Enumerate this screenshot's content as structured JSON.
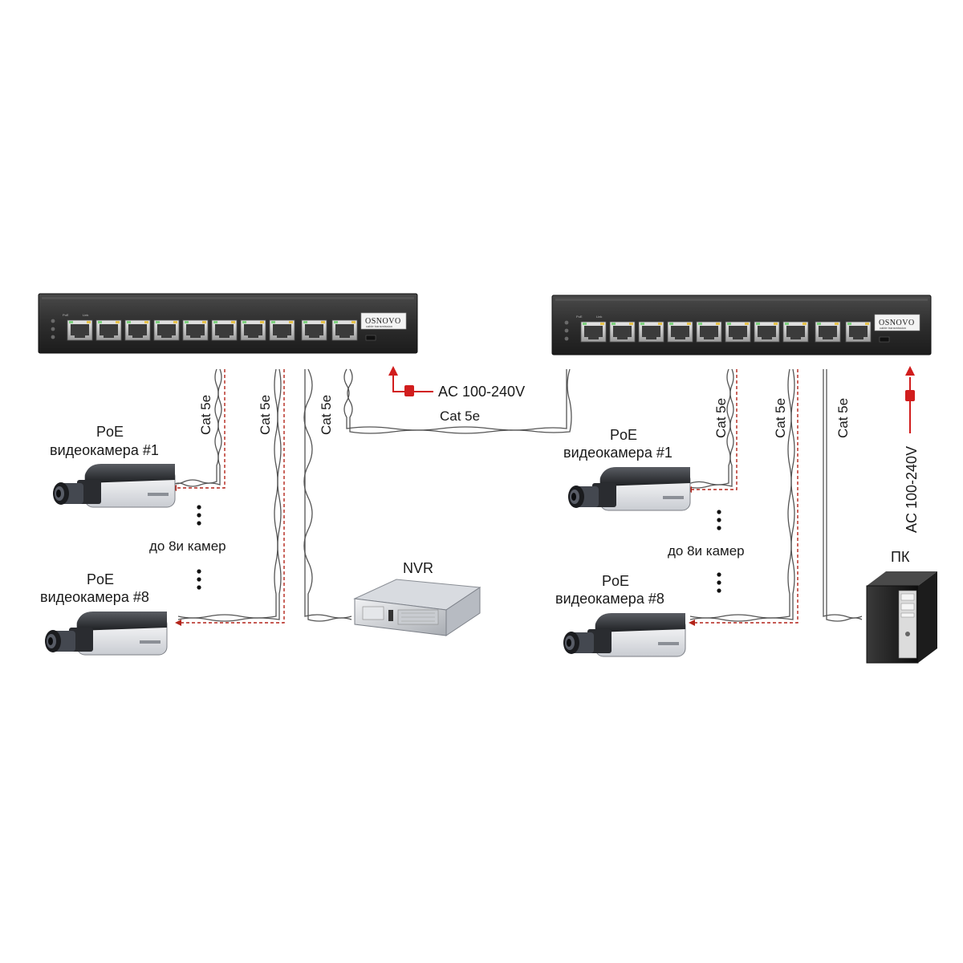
{
  "brand": "OSNOVO",
  "brand_sub": "cable transmission",
  "port_labels": [
    "PoE",
    "Link"
  ],
  "cable": "Cat 5e",
  "power": "AC 100-240V",
  "camera": {
    "line1": "PoE",
    "line2_first": "видеокамера  #1",
    "line2_last": "видеокамера  #8"
  },
  "up_to": "до 8и камер",
  "nvr": "NVR",
  "pc": "ПК",
  "colors": {
    "switch_body": "#2b2b2b",
    "poe_line": "#b3241a",
    "cable": "#555555",
    "power_arrow": "#d11d1d"
  }
}
